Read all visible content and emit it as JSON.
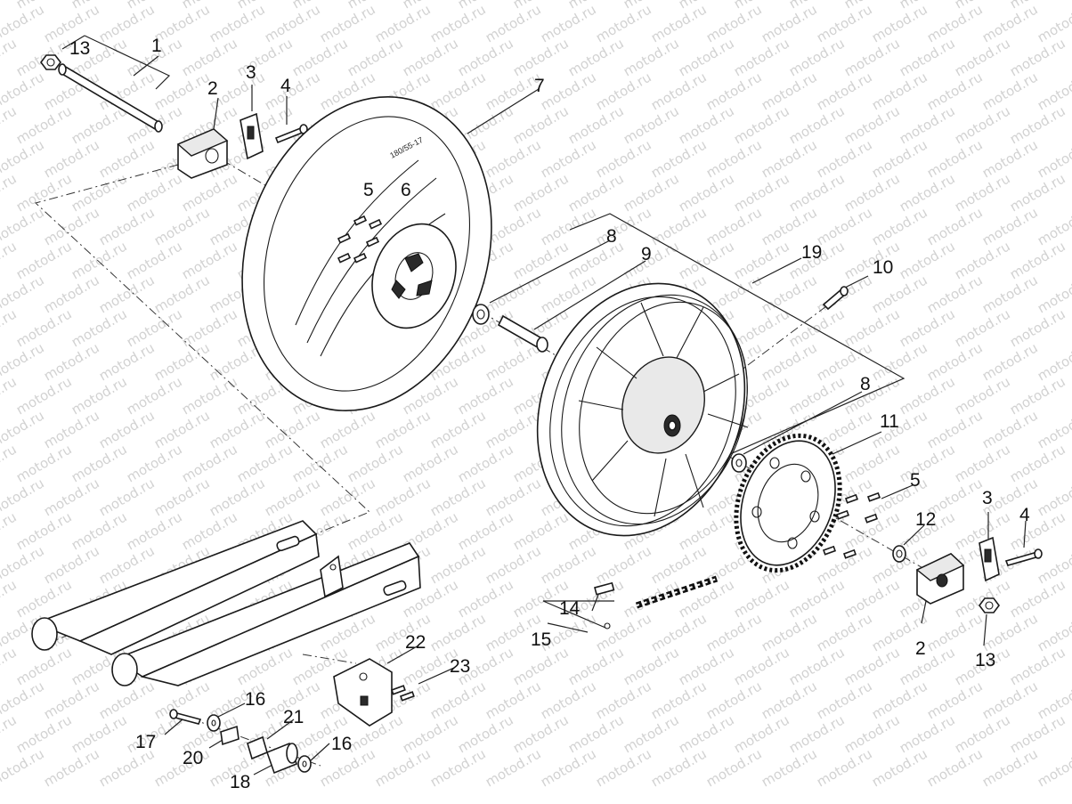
{
  "watermark": "motod.ru",
  "callouts": [
    {
      "id": "c1",
      "text": "1"
    },
    {
      "id": "c2a",
      "text": "2"
    },
    {
      "id": "c2b",
      "text": "2"
    },
    {
      "id": "c3a",
      "text": "3"
    },
    {
      "id": "c3b",
      "text": "3"
    },
    {
      "id": "c4a",
      "text": "4"
    },
    {
      "id": "c4b",
      "text": "4"
    },
    {
      "id": "c5a",
      "text": "5"
    },
    {
      "id": "c5b",
      "text": "5"
    },
    {
      "id": "c6",
      "text": "6"
    },
    {
      "id": "c7",
      "text": "7"
    },
    {
      "id": "c8a",
      "text": "8"
    },
    {
      "id": "c8b",
      "text": "8"
    },
    {
      "id": "c9",
      "text": "9"
    },
    {
      "id": "c10",
      "text": "10"
    },
    {
      "id": "c11",
      "text": "11"
    },
    {
      "id": "c12",
      "text": "12"
    },
    {
      "id": "c13a",
      "text": "13"
    },
    {
      "id": "c13b",
      "text": "13"
    },
    {
      "id": "c14",
      "text": "14"
    },
    {
      "id": "c15",
      "text": "15"
    },
    {
      "id": "c16a",
      "text": "16"
    },
    {
      "id": "c16b",
      "text": "16"
    },
    {
      "id": "c17",
      "text": "17"
    },
    {
      "id": "c18",
      "text": "18"
    },
    {
      "id": "c19",
      "text": "19"
    },
    {
      "id": "c20",
      "text": "20"
    },
    {
      "id": "c21",
      "text": "21"
    },
    {
      "id": "c22",
      "text": "22"
    },
    {
      "id": "c23",
      "text": "23"
    }
  ]
}
